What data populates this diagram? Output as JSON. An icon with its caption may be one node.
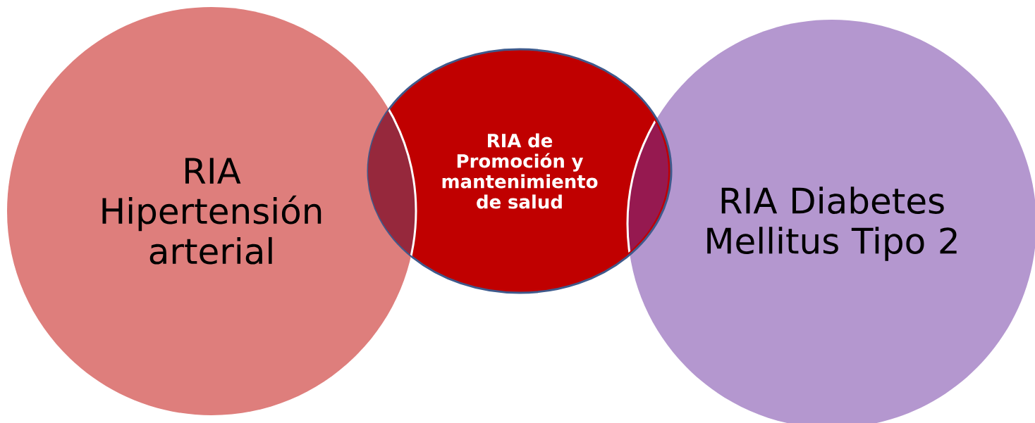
{
  "diagram": {
    "nodes": [
      {
        "text": [
          "RIA Hipertensión arterial"
        ]
      },
      {
        "text": [
          "RIA de Promoción y mantenimiento de salud"
        ]
      },
      {
        "text": [
          "RIA Diabetes Mellitus Tipo 2"
        ]
      }
    ]
  }
}
